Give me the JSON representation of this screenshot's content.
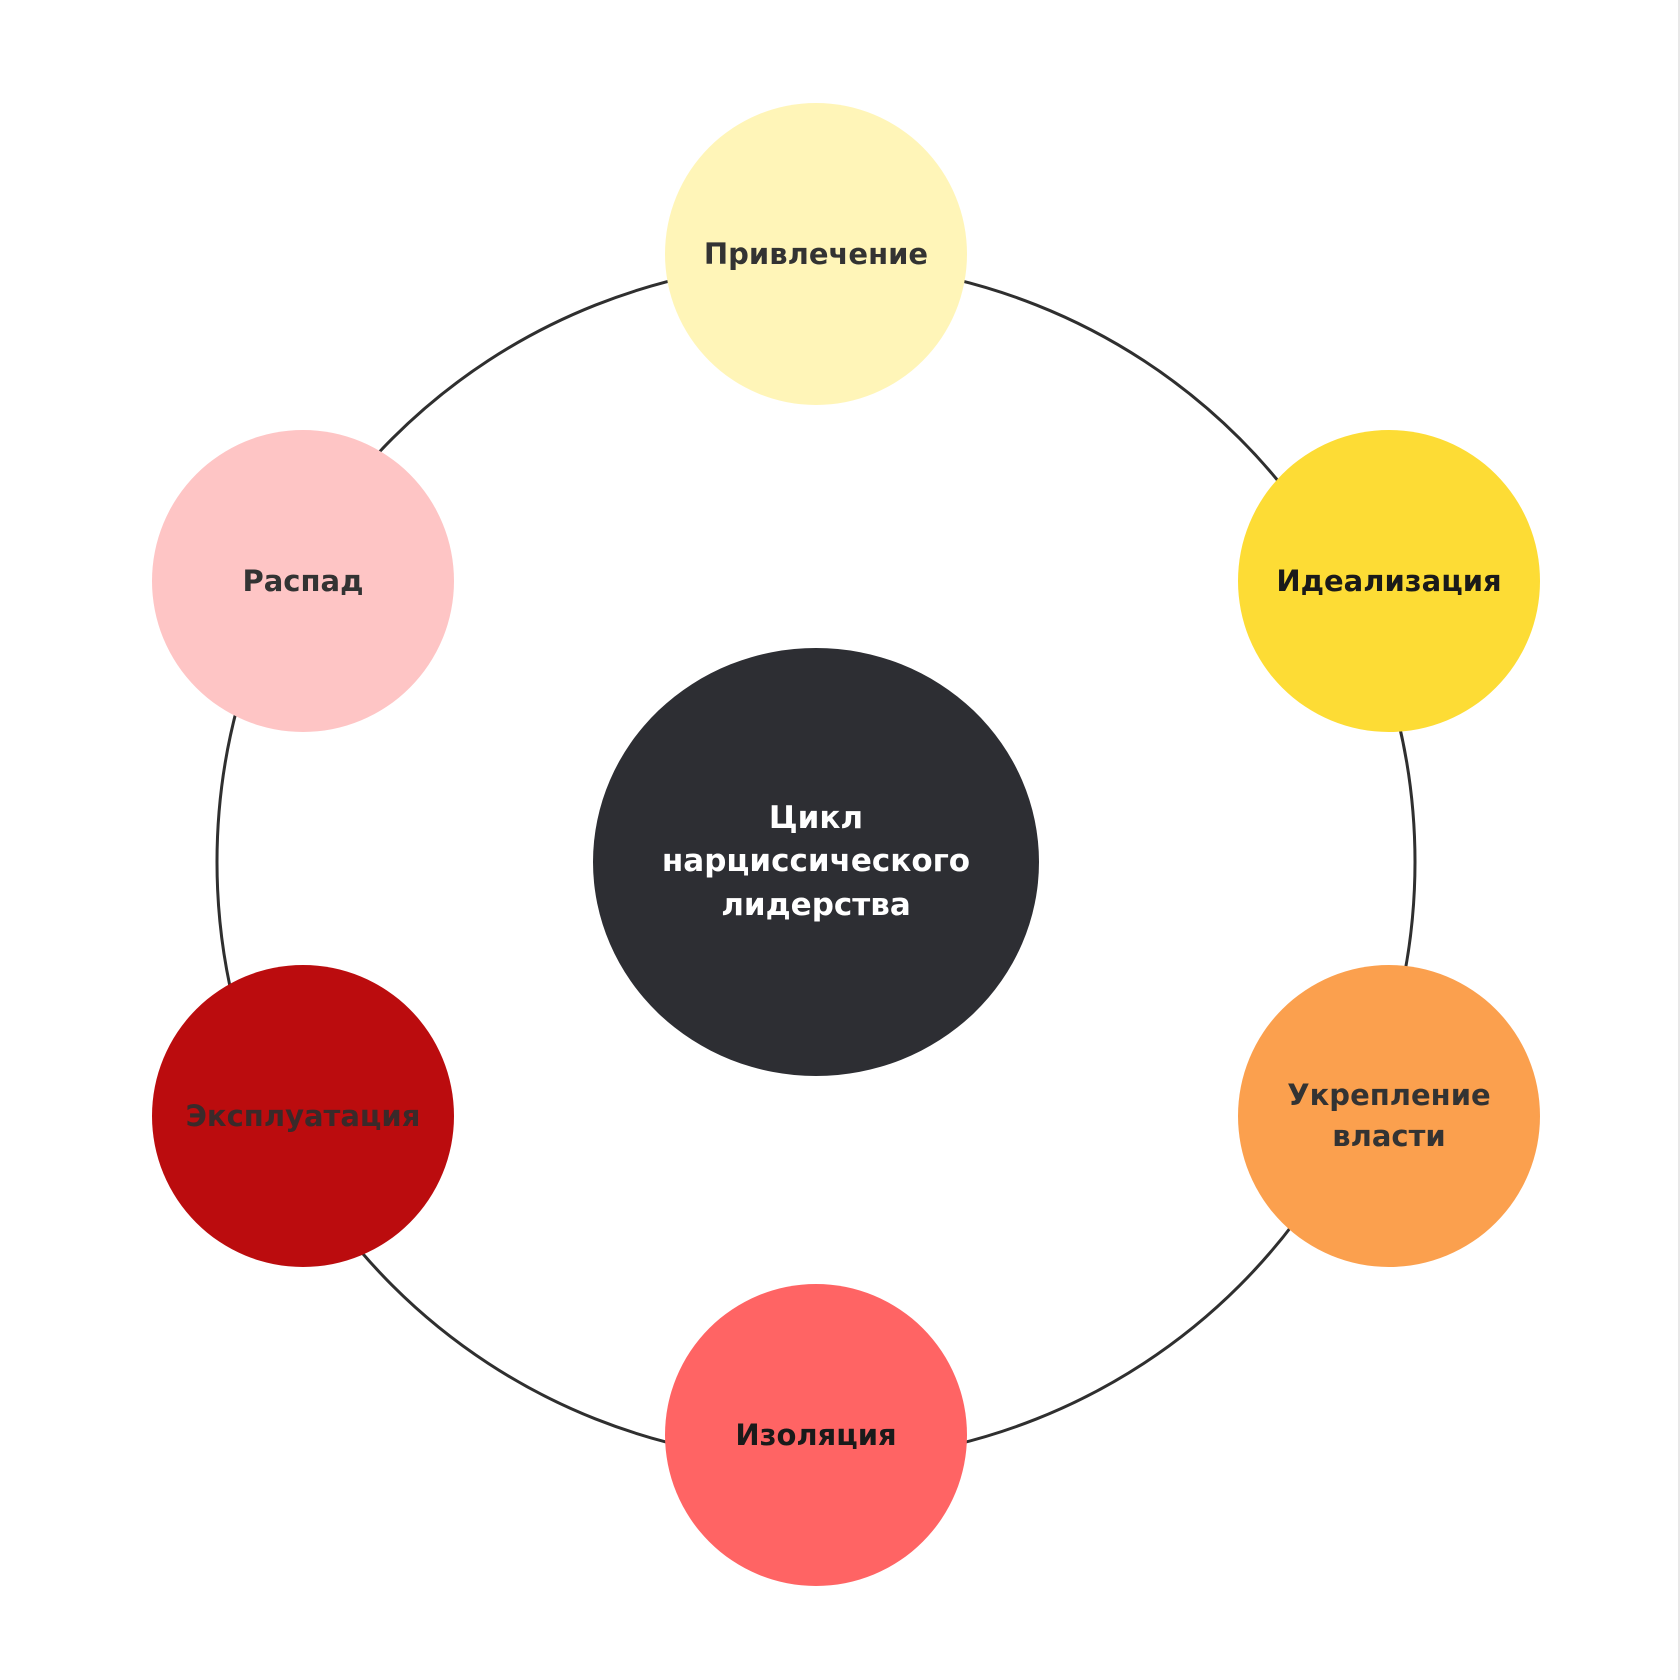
{
  "center": {
    "line1": "Цикл",
    "line2": "нарциссического",
    "line3": "лидерства",
    "color": "#2d2e33"
  },
  "stages": [
    {
      "label": "Привлечение",
      "color": "#fff5b8",
      "text_color": "#333333"
    },
    {
      "label": "Идеализация",
      "color": "#fddc35",
      "text_color": "#1a1a1a"
    },
    {
      "line1": "Укрепление",
      "line2": "власти",
      "color": "#fba04e",
      "text_color": "#333333"
    },
    {
      "label": "Изоляция",
      "color": "#ff6464",
      "text_color": "#1a1a1a"
    },
    {
      "label": "Эксплуатация",
      "color": "#bb0c0e",
      "text_color": "#3a2a2a"
    },
    {
      "label": "Распад",
      "color": "#fec5c5",
      "text_color": "#333333"
    }
  ]
}
